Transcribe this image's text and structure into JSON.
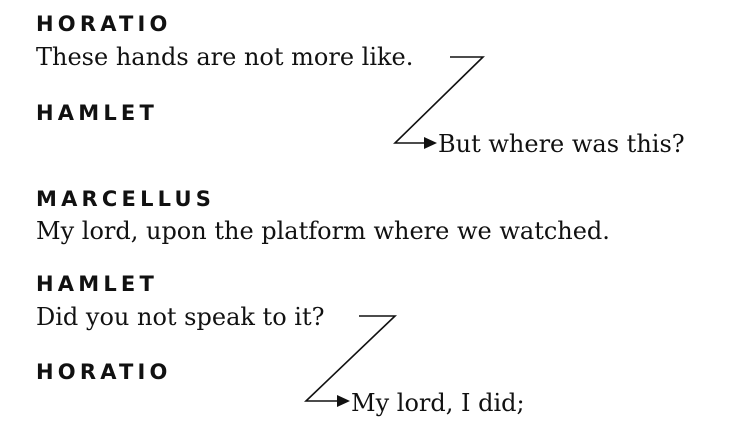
{
  "exchanges": [
    {
      "speaker": "HORATIO",
      "line": "These hands are not more like."
    },
    {
      "speaker": "HAMLET",
      "line": "But where was this?"
    },
    {
      "speaker": "MARCELLUS",
      "line": "My lord, upon the platform where we watched."
    },
    {
      "speaker": "HAMLET",
      "line": "Did you not speak to it?"
    },
    {
      "speaker": "HORATIO",
      "line": "My lord, I did;"
    }
  ]
}
